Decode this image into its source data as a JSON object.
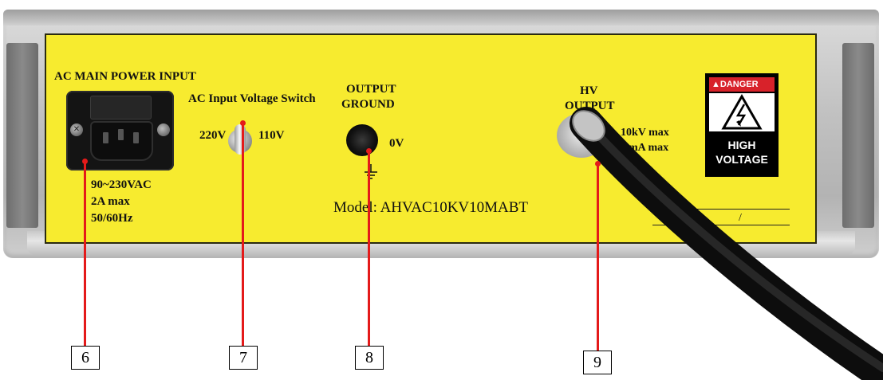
{
  "panel": {
    "ac_main_power_input": "AC MAIN POWER INPUT",
    "ac_spec_voltage": "90~230VAC",
    "ac_spec_current": "2A max",
    "ac_spec_frequency": "50/60Hz",
    "voltage_switch_title": "AC Input Voltage Switch",
    "voltage_switch_left": "220V",
    "voltage_switch_right": "110V",
    "output_ground_line1": "OUTPUT",
    "output_ground_line2": "GROUND",
    "ground_value": "0V",
    "hv_output_line1": "HV",
    "hv_output_line2": "OUTPUT",
    "hv_spec_voltage": "10kV max",
    "hv_spec_current": "10mA max",
    "model": "Model: AHVAC10KV10MABT",
    "signature_slash": "/"
  },
  "danger_sign": {
    "header": "DANGER",
    "line1": "HIGH",
    "line2": "VOLTAGE"
  },
  "callouts": [
    "6",
    "7",
    "8",
    "9"
  ],
  "colors": {
    "panel": "#f7eb2f",
    "callout_line": "#e41a1a",
    "danger_red": "#d8222a"
  }
}
